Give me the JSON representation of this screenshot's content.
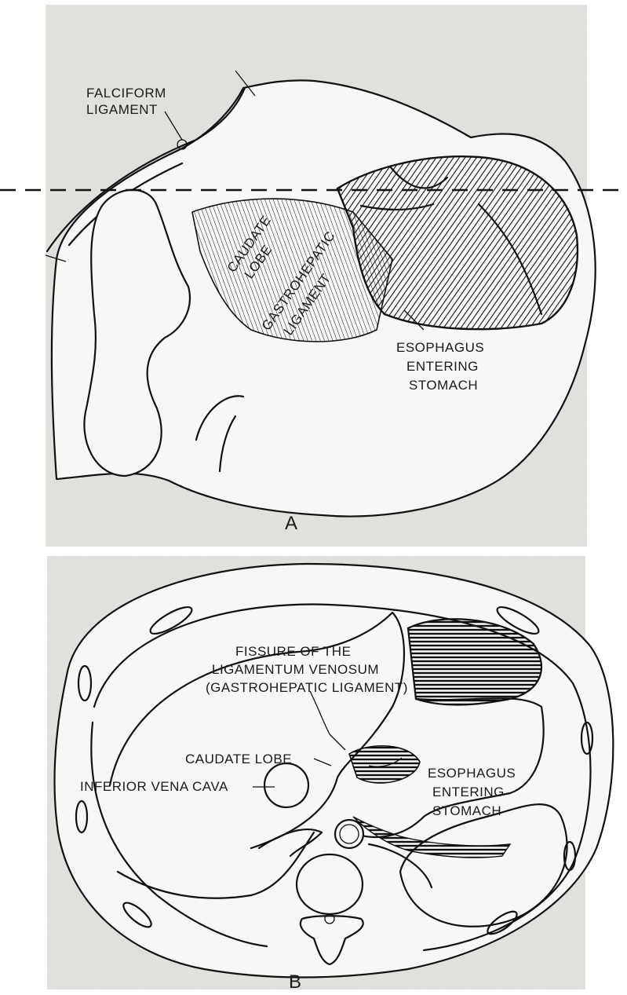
{
  "panel_a": {
    "letter": "A",
    "labels": {
      "falciform_1": "FALCIFORM",
      "falciform_2": "LIGAMENT",
      "caudate_1": "CAUDATE",
      "caudate_2": "LOBE",
      "gastrohepatic_1": "GASTROHEPATIC",
      "gastrohepatic_2": "LIGAMENT",
      "esophagus_1": "ESOPHAGUS",
      "esophagus_2": "ENTERING",
      "esophagus_3": "STOMACH"
    }
  },
  "panel_b": {
    "letter": "B",
    "labels": {
      "fissure_1": "FISSURE OF THE",
      "fissure_2": "LIGAMENTUM VENOSUM",
      "fissure_3": "(GASTROHEPATIC LIGAMENT)",
      "caudate": "CAUDATE LOBE",
      "ivc": "INFERIOR VENA CAVA",
      "esophagus_1": "ESOPHAGUS",
      "esophagus_2": "ENTERING",
      "esophagus_3": "STOMACH"
    }
  },
  "colors": {
    "paper": "#e9e9e6",
    "ink": "#111111"
  }
}
